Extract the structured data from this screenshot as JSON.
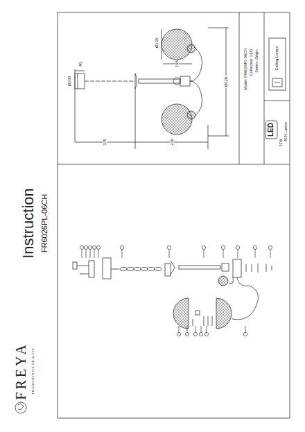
{
  "diagram": {
    "labels": [
      "FREYA",
      "TRADITION OF QUALITY",
      "Instruction",
      "FR6026PL-06CH",
      "40",
      "Ø100",
      "375",
      "230",
      "Ø125",
      "108",
      "Ø620",
      "Model: FR6026PL-06CH",
      "Collection: LED",
      "Series: Origin",
      "Ceiling Lamps",
      "LED",
      "32W",
      "4000 Lumen"
    ]
  }
}
